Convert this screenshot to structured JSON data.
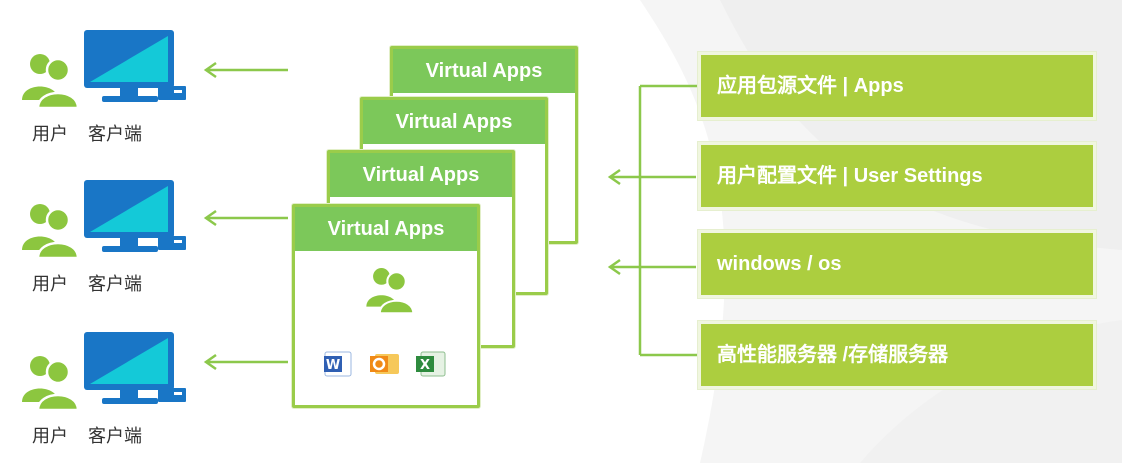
{
  "clients": [
    {
      "user_label": "用户",
      "client_label": "客户端"
    },
    {
      "user_label": "用户",
      "client_label": "客户端"
    },
    {
      "user_label": "用户",
      "client_label": "客户端"
    }
  ],
  "cards": [
    {
      "title": "Virtual Apps"
    },
    {
      "title": "Virtual Apps"
    },
    {
      "title": "Virtual Apps"
    },
    {
      "title": "Virtual Apps"
    }
  ],
  "front_card_icons": [
    "users-icon",
    "word-icon",
    "outlook-icon",
    "excel-icon"
  ],
  "panels": [
    {
      "label": "应用包源文件 | Apps"
    },
    {
      "label": "用户配置文件 | User Settings"
    },
    {
      "label": "windows / os"
    },
    {
      "label": "高性能服务器  /存储服务器"
    }
  ],
  "colors": {
    "green_header": "#7cc85a",
    "green_border": "#9acc4a",
    "panel_green": "#acce3f",
    "arrow_green": "#8cc84b",
    "user_icon_green": "#8cc63f",
    "monitor_blue": "#1976c6",
    "screen_cyan": "#14c9d8"
  }
}
